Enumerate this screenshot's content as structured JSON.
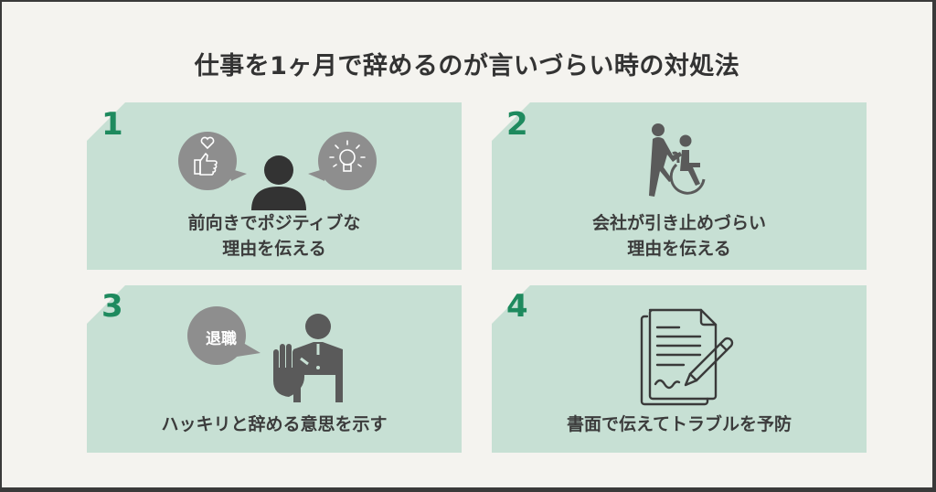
{
  "title": "仕事を1ヶ月で辞めるのが言いづらい時の対処法",
  "colors": {
    "background": "#f4f3ef",
    "card": "#c7e0d4",
    "number": "#1e8a5e",
    "text": "#333333",
    "icon_dark": "#333333",
    "icon_gray": "#5a5a5a",
    "bubble_gray": "#8e8e8e"
  },
  "cards": [
    {
      "number": "1",
      "line1": "前向きでポジティブな",
      "line2": "理由を伝える",
      "icon": "person-with-speech-bubbles-icon"
    },
    {
      "number": "2",
      "line1": "会社が引き止めづらい",
      "line2": "理由を伝える",
      "icon": "caregiver-wheelchair-icon"
    },
    {
      "number": "3",
      "line1": "ハッキリと辞める意思を示す",
      "bubble_text": "退職",
      "icon": "businessman-stop-hand-icon"
    },
    {
      "number": "4",
      "line1": "書面で伝えてトラブルを予防",
      "icon": "document-with-pen-icon"
    }
  ]
}
